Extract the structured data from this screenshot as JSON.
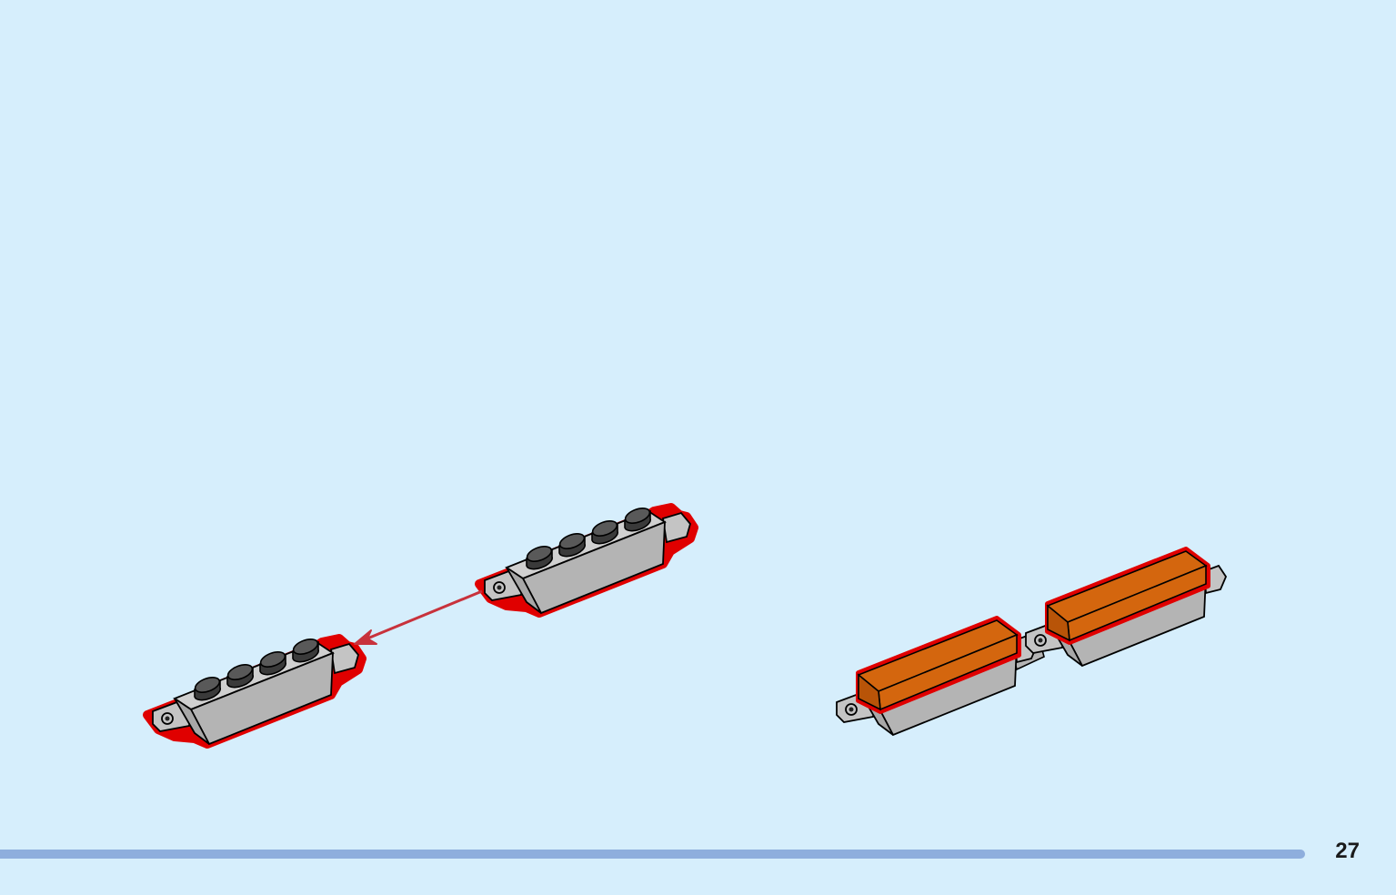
{
  "page": {
    "number": "27",
    "background_color": "#d6eefc",
    "footer_bar_color": "#8eaedd"
  },
  "step": {
    "parts": [
      {
        "name": "hinge-brick-1x4",
        "color": "#b4b4b4",
        "count": 2
      },
      {
        "name": "tile-1x4",
        "color": "#d4660e",
        "count": 2
      }
    ],
    "highlight_color": "#e00000",
    "arrow_color": "#c8323c",
    "icons": [
      "hinge-brick-icon",
      "assembly-arrow-icon",
      "orange-tile-icon"
    ]
  }
}
